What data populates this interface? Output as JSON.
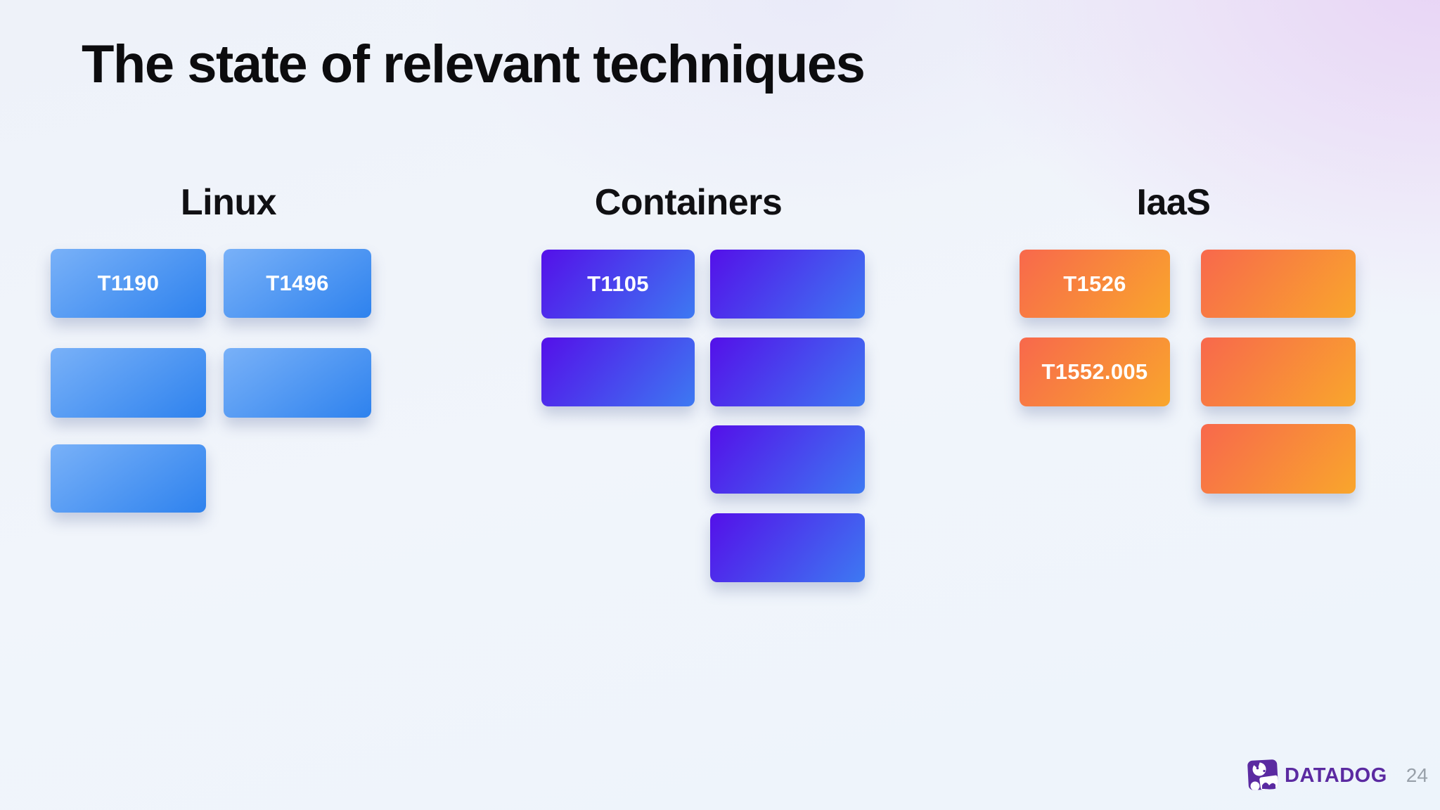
{
  "title": "The state of relevant techniques",
  "sections": {
    "linux": {
      "heading": "Linux",
      "boxes": {
        "b1": "T1190",
        "b2": "T1496",
        "b3": "",
        "b4": "",
        "b5": ""
      }
    },
    "containers": {
      "heading": "Containers",
      "boxes": {
        "b1": "T1105",
        "b2": "",
        "b3": "",
        "b4": "",
        "b5": "",
        "b6": ""
      }
    },
    "iaas": {
      "heading": "IaaS",
      "boxes": {
        "b1": "T1526",
        "b2": "",
        "b3": "T1552.005",
        "b4": "",
        "b5": ""
      }
    }
  },
  "footer": {
    "brand": "DATADOG",
    "page_number": "24"
  },
  "colors": {
    "linux_gradient_start": "#79b1f8",
    "linux_gradient_end": "#2e82ee",
    "containers_gradient_start": "#5410e9",
    "containers_gradient_end": "#3d79f2",
    "iaas_gradient_start": "#f8684c",
    "iaas_gradient_end": "#f9a62c",
    "brand_purple": "#5b2aa1",
    "page_number_gray": "#98a0a9"
  }
}
